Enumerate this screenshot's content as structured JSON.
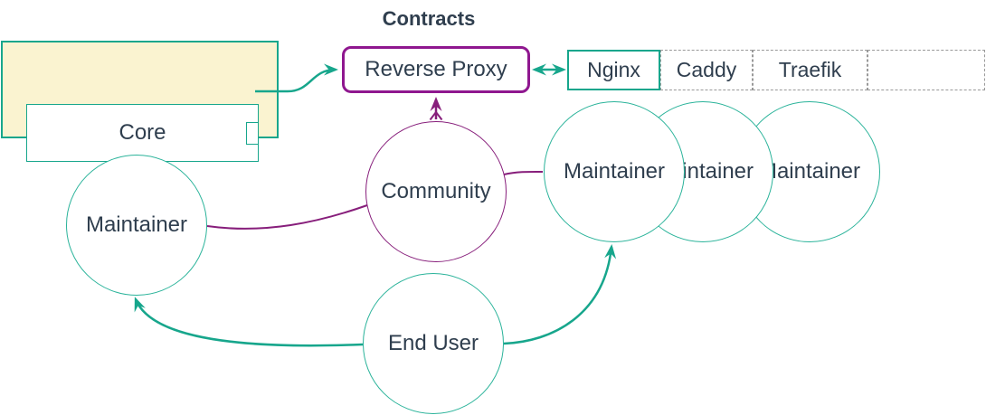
{
  "title": "Contracts",
  "core_group": {
    "node_label": "Core"
  },
  "reverse_proxy": {
    "label": "Reverse Proxy"
  },
  "proxy_row": {
    "cells": [
      {
        "label": "Nginx",
        "border": "solid-teal"
      },
      {
        "label": "Caddy",
        "border": "dashed-gray"
      },
      {
        "label": "Traefik",
        "border": "dashed-gray"
      },
      {
        "label": "",
        "border": "dashed-gray"
      }
    ]
  },
  "circles": {
    "maintainer_left": {
      "label": "Maintainer"
    },
    "community": {
      "label": "Community"
    },
    "end_user": {
      "label": "End User"
    },
    "maintainers_right": [
      {
        "label": "Maintainer"
      },
      {
        "label": "Maintainer"
      },
      {
        "label": "Maintainer"
      }
    ]
  },
  "edges": [
    {
      "from": "Core",
      "to": "Reverse Proxy",
      "directed": "forward",
      "color": "teal"
    },
    {
      "from": "Reverse Proxy",
      "to": "Nginx",
      "directed": "both",
      "color": "teal"
    },
    {
      "from": "Community",
      "to": "Reverse Proxy",
      "directed": "forward",
      "color": "purple"
    },
    {
      "from": "Community",
      "to": "Maintainer (left)",
      "directed": "none",
      "color": "purple"
    },
    {
      "from": "Community",
      "to": "Maintainer (right)",
      "directed": "none",
      "color": "purple"
    },
    {
      "from": "End User",
      "to": "Maintainer (left)",
      "directed": "forward",
      "color": "teal"
    },
    {
      "from": "End User",
      "to": "Maintainer (right)",
      "directed": "forward",
      "color": "teal"
    }
  ],
  "colors": {
    "teal": "#17a68c",
    "teal_circle": "#2ab39a",
    "purple_node": "#8f178f",
    "purple_edge": "#871e7b",
    "text": "#2f3e4e",
    "group_fill": "#faf3d0",
    "dashed_border": "#999999",
    "background": "#ffffff"
  }
}
